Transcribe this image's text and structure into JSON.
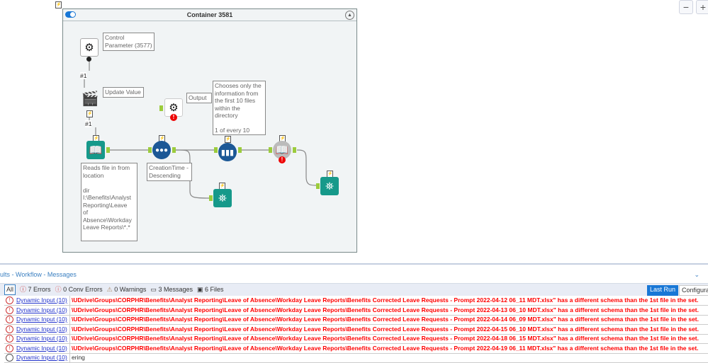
{
  "canvas": {
    "container_title": "Container 3581",
    "annotations": {
      "control_param": "Control\nParameter (3577)",
      "update_value": "Update Value",
      "output": "Output",
      "sample": "Chooses only the\ninformation from\nthe first 10 files\nwithin the\ndirectory\n\n1 of every 10",
      "directory": "Reads file in from\nlocation\n\ndir\nI:\\Benefits\\Analyst\nReporting\\Leave\nof\nAbsence\\Workday\nLeave Reports\\*.*",
      "sort": "CreationTime -\nDescending"
    },
    "connection_labels": [
      "#1",
      "#1"
    ],
    "zoom_out": "−",
    "zoom_in": "+"
  },
  "panel": {
    "title": "ults - Workflow - Messages",
    "filters": {
      "all": "All",
      "errors": "7 Errors",
      "conv_errors": "0 Conv Errors",
      "warnings": "0 Warnings",
      "messages": "3 Messages",
      "files": "6 Files"
    },
    "last_run": "Last Run",
    "configuration": "Configuration",
    "rows": [
      {
        "tool": "Dynamic Input (10)",
        "message": "\\UDrive\\Groups\\CORPHR\\Benefits\\Analyst Reporting\\Leave of Absence\\Workday Leave Reports\\Benefits Corrected Leave Requests - Prompt 2022-04-12 06_11 MDT.xlsx\" has a different schema than the 1st file in the set."
      },
      {
        "tool": "Dynamic Input (10)",
        "message": "\\UDrive\\Groups\\CORPHR\\Benefits\\Analyst Reporting\\Leave of Absence\\Workday Leave Reports\\Benefits Corrected Leave Requests - Prompt 2022-04-13 06_10 MDT.xlsx\" has a different schema than the 1st file in the set."
      },
      {
        "tool": "Dynamic Input (10)",
        "message": "\\UDrive\\Groups\\CORPHR\\Benefits\\Analyst Reporting\\Leave of Absence\\Workday Leave Reports\\Benefits Corrected Leave Requests - Prompt 2022-04-14 06_09 MDT.xlsx\" has a different schema than the 1st file in the set."
      },
      {
        "tool": "Dynamic Input (10)",
        "message": "\\UDrive\\Groups\\CORPHR\\Benefits\\Analyst Reporting\\Leave of Absence\\Workday Leave Reports\\Benefits Corrected Leave Requests - Prompt 2022-04-15 06_10 MDT.xlsx\" has a different schema than the 1st file in the set."
      },
      {
        "tool": "Dynamic Input (10)",
        "message": "\\UDrive\\Groups\\CORPHR\\Benefits\\Analyst Reporting\\Leave of Absence\\Workday Leave Reports\\Benefits Corrected Leave Requests - Prompt 2022-04-18 06_15 MDT.xlsx\" has a different schema than the 1st file in the set."
      },
      {
        "tool": "Dynamic Input (10)",
        "message": "\\UDrive\\Groups\\CORPHR\\Benefits\\Analyst Reporting\\Leave of Absence\\Workday Leave Reports\\Benefits Corrected Leave Requests - Prompt 2022-04-19 06_11 MDT.xlsx\" has a different schema than the 1st file in the set."
      },
      {
        "tool": "Dynamic Input (10)",
        "message": "ering"
      }
    ]
  },
  "colors": {
    "accent": "#1877d6",
    "error": "#ff0000",
    "tool_teal": "#16998a",
    "tool_blue": "#1c5896"
  }
}
